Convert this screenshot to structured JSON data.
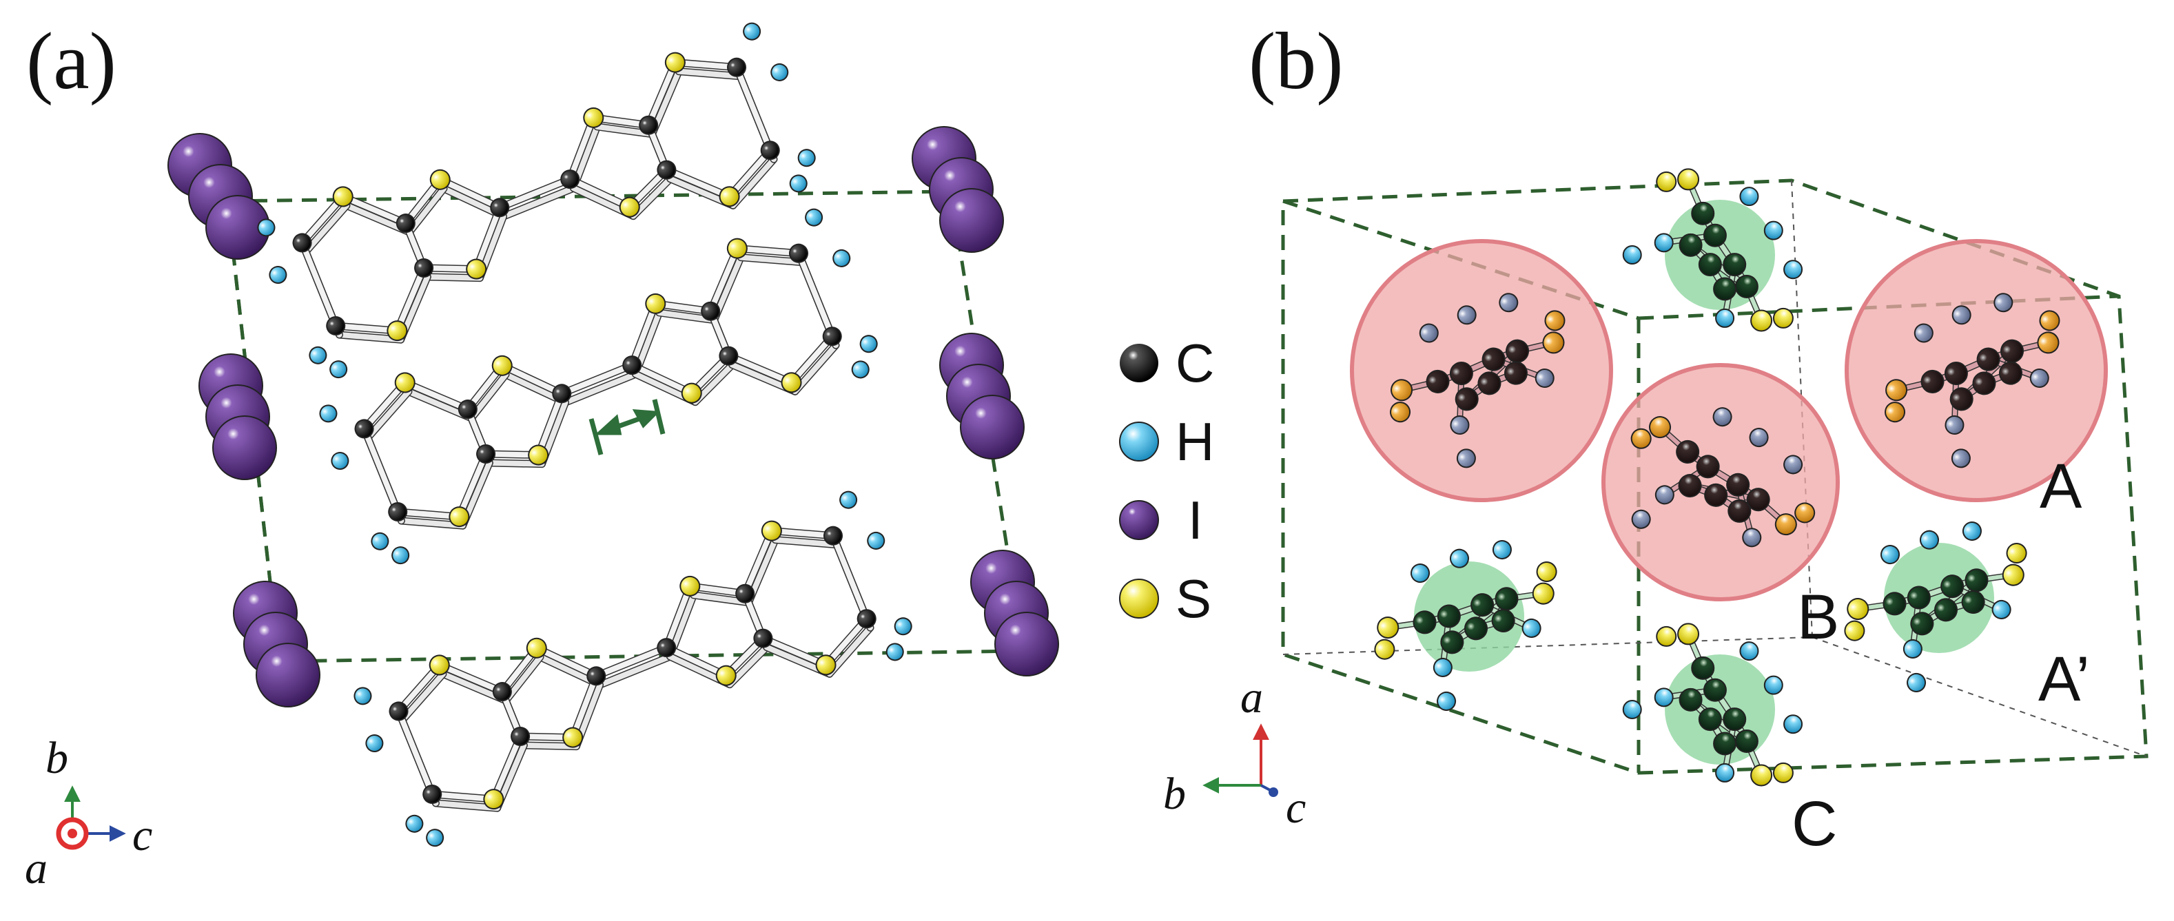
{
  "panels": {
    "a": {
      "label": "(a)"
    },
    "b": {
      "label": "(b)"
    }
  },
  "legend": [
    {
      "symbol": "C",
      "color": "#111111",
      "icon": "carbon-atom-icon"
    },
    {
      "symbol": "H",
      "color": "#4cc3ef",
      "icon": "hydrogen-atom-icon"
    },
    {
      "symbol": "I",
      "color": "#5b2f86",
      "icon": "iodine-atom-icon"
    },
    {
      "symbol": "S",
      "color": "#f2e93a",
      "icon": "sulfur-atom-icon"
    }
  ],
  "site_labels": {
    "A": "A",
    "B": "B",
    "C": "C",
    "A_prime": "A’"
  },
  "axes_a": {
    "b": "b",
    "c": "c",
    "a": "a"
  },
  "axes_b": {
    "a": "a",
    "b": "b",
    "c": "c"
  },
  "colors": {
    "cell_edge": "#2e5e2e",
    "molecule_highlight_A_B": "#f0a8a8",
    "molecule_highlight_C": "#8fd6a0",
    "bond": "#9a9a9a",
    "arrow": "#2e6e3a",
    "axis_a": "#d23232",
    "axis_b": "#2e8a3e",
    "axis_c": "#2a4aa0"
  }
}
